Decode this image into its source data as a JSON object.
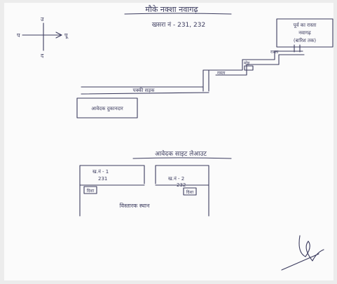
{
  "header": {
    "title": "मौके नक्शा नवागढ़",
    "subtitle": "खसरा नं - 231, 232"
  },
  "compass": {
    "north": "उ",
    "east": "पू",
    "west": "प",
    "south": "द"
  },
  "site_plan": {
    "destination_box": [
      "पूर्व का रास्ता",
      "नवागढ़",
      "(बारिश तक)"
    ],
    "stair_labels": {
      "top": "रास्ता",
      "middle": "मोड़",
      "lower": "रास्ता"
    },
    "road_label": "पक्की सड़क",
    "building_label": "आवेदक दुकानदार"
  },
  "layout_plan": {
    "title": "आवेदक साइट लेआउट",
    "plots": [
      {
        "line1": "ख.नं - 1",
        "line2": "231",
        "tag": "दिशा"
      },
      {
        "line1": "ख.नं - 2",
        "line2": "232",
        "tag": "दिशा"
      }
    ],
    "bottom_label": "विस्तारक स्थान"
  },
  "signature_present": true,
  "colors": {
    "ink": "#3b3b5e",
    "paper": "#fbfbfb"
  }
}
